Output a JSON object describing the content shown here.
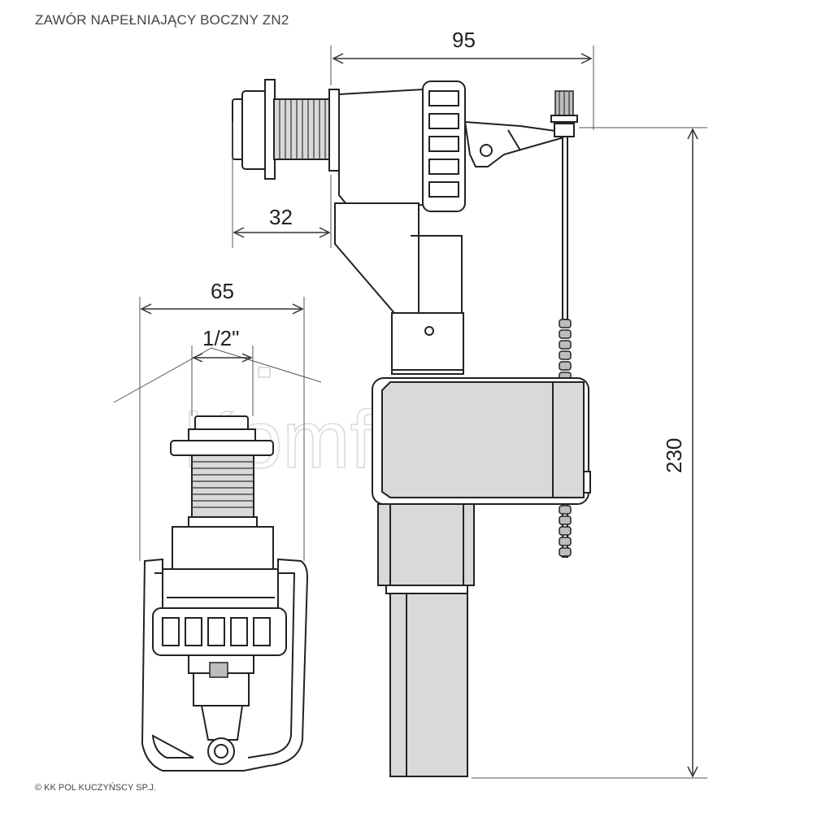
{
  "title": "ZAWÓR NAPEŁNIAJĄCY BOCZNY ZN2",
  "copyright": "© KK POL KUCZYŃSCY SP.J.",
  "watermark": "KomfoMax",
  "dimensions": {
    "width_top": "95",
    "thread_length": "32",
    "width_side": "65",
    "thread_size": "1/2\"",
    "height": "230"
  }
}
